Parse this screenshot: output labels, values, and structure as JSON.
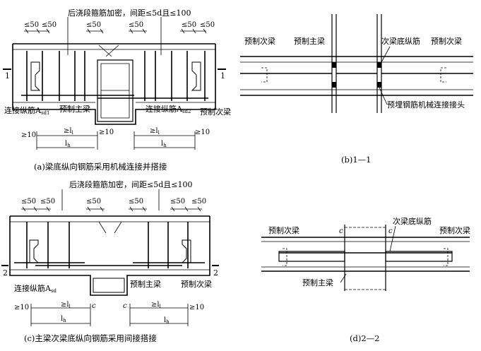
{
  "panel_a": {
    "note": "后浇段箍筋加密，间距≤5d且≤100",
    "spacing_labels": [
      "≤50",
      "≤50",
      "≤50",
      "≤50",
      "≤50",
      "≤50"
    ],
    "section_mark": "1",
    "labels": {
      "connect_bar_left": "连接纵筋A",
      "connect_bar_left_sub": "sd1",
      "main_beam": "预制主梁",
      "connect_bar_right": "连接纵筋A",
      "connect_bar_right_sub": "sd2",
      "secondary_beam": "预制次梁"
    },
    "dims": {
      "ge10": "≥10",
      "ll": "≥l",
      "ll_sub": "l",
      "lh": "l",
      "lh_sub": "h"
    },
    "caption": "(a)梁底纵向钢筋采用机械连接并搭接"
  },
  "panel_b": {
    "labels": {
      "secondary_beam_left": "预制次梁",
      "main_beam": "预制主梁",
      "secondary_bottom_bar": "次梁底纵筋",
      "secondary_beam_right": "预制次梁",
      "coupler": "预埋钢筋机械连接接头"
    },
    "caption": "(b)1—1"
  },
  "panel_c": {
    "note": "后浇段箍筋加密，间距≤5d且≤100",
    "spacing_labels": [
      "≤50",
      "≤50",
      "≤50",
      "≤50",
      "≤50",
      "≤50"
    ],
    "section_mark": "2",
    "labels": {
      "connect_bar": "连接纵筋A",
      "connect_bar_sub": "sd",
      "main_beam": "预制主梁",
      "secondary_beam": "预制次梁"
    },
    "dims": {
      "ge10": "≥10",
      "ll": "≥l",
      "ll_sub": "l",
      "lh": "l",
      "lh_sub": "h",
      "c": "c"
    },
    "caption": "(c)主梁次梁底纵向钢筋采用间接搭接"
  },
  "panel_d": {
    "labels": {
      "secondary_beam_left": "预制次梁",
      "secondary_bottom_bar": "次梁底纵筋",
      "secondary_beam_right": "预制次梁",
      "main_beam": "预制主梁",
      "c": "c"
    },
    "caption": "(d)2—2"
  }
}
